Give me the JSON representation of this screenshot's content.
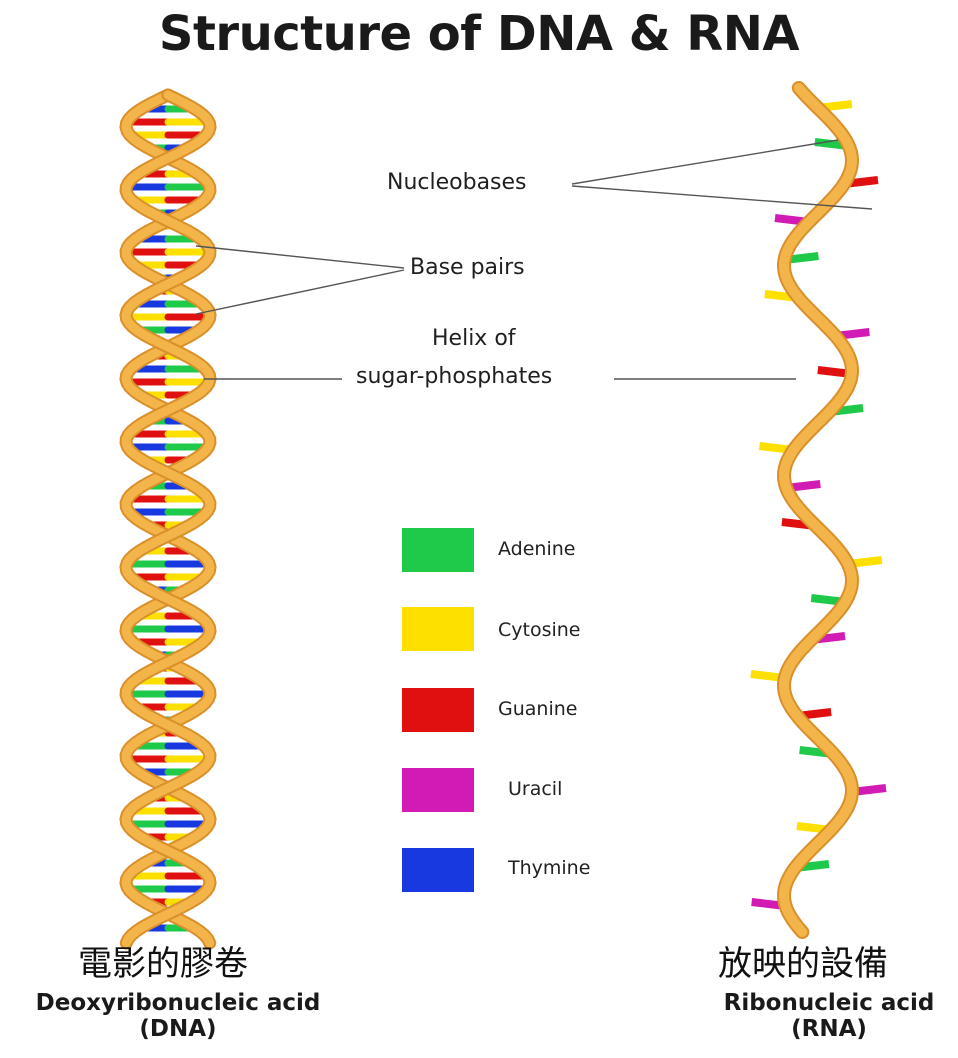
{
  "title": "Structure of DNA & RNA",
  "labels": {
    "nucleobases": "Nucleobases",
    "base_pairs": "Base pairs",
    "helix_line1": "Helix of",
    "helix_line2": "sugar-phosphates"
  },
  "legend": [
    {
      "name": "Adenine",
      "color": "#1fc94a"
    },
    {
      "name": "Cytosine",
      "color": "#fde000"
    },
    {
      "name": "Guanine",
      "color": "#e01010"
    },
    {
      "name": "Uracil",
      "color": "#d21ab4"
    },
    {
      "name": "Thymine",
      "color": "#1838e0"
    }
  ],
  "dna": {
    "annotation": "電影的膠卷",
    "caption_line1": "Deoxyribonucleic acid",
    "caption_line2": "(DNA)"
  },
  "rna": {
    "annotation": "放映的設備",
    "caption_line1": "Ribonucleic acid",
    "caption_line2": "(RNA)"
  },
  "colors": {
    "backbone": "#f3b54a",
    "backbone_dark": "#d9902a"
  }
}
